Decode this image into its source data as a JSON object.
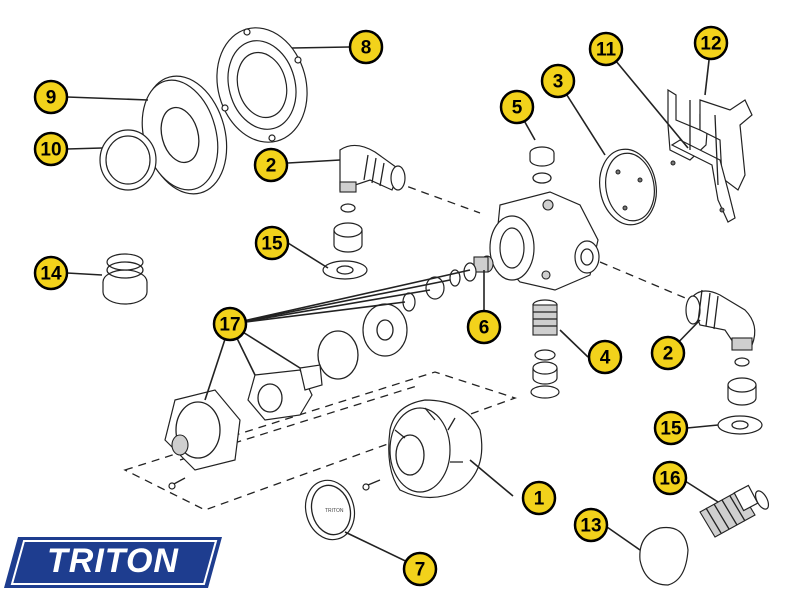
{
  "brand": {
    "logo_text": "TRITON",
    "logo_color": "#1e3d8f"
  },
  "callout_color": "#f2d21b",
  "callouts": [
    {
      "id": "c1",
      "label": "1"
    },
    {
      "id": "c2a",
      "label": "2"
    },
    {
      "id": "c2b",
      "label": "2"
    },
    {
      "id": "c3",
      "label": "3"
    },
    {
      "id": "c4",
      "label": "4"
    },
    {
      "id": "c5",
      "label": "5"
    },
    {
      "id": "c6",
      "label": "6"
    },
    {
      "id": "c7",
      "label": "7"
    },
    {
      "id": "c8",
      "label": "8"
    },
    {
      "id": "c9",
      "label": "9"
    },
    {
      "id": "c10",
      "label": "10"
    },
    {
      "id": "c11",
      "label": "11"
    },
    {
      "id": "c12",
      "label": "12"
    },
    {
      "id": "c13",
      "label": "13"
    },
    {
      "id": "c14",
      "label": "14"
    },
    {
      "id": "c15a",
      "label": "15"
    },
    {
      "id": "c15b",
      "label": "15"
    },
    {
      "id": "c16",
      "label": "16"
    },
    {
      "id": "c17",
      "label": "17"
    }
  ]
}
